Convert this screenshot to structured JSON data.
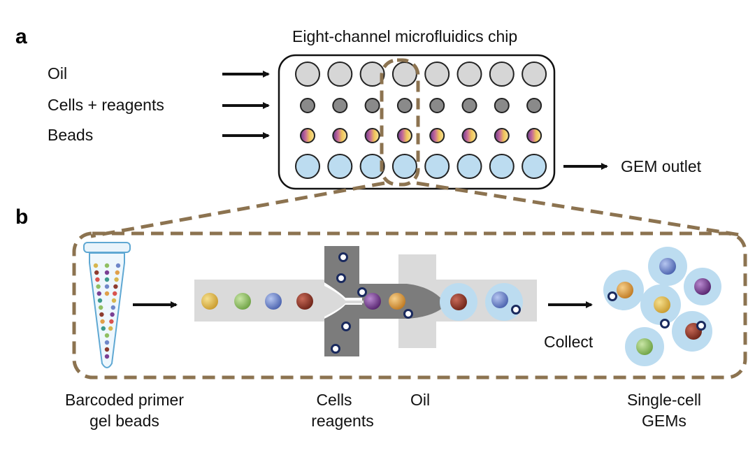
{
  "panel_a": {
    "letter": "a",
    "title": "Eight-channel microfluidics chip",
    "inputs": [
      "Oil",
      "Cells + reagents",
      "Beads"
    ],
    "outlet": "GEM outlet",
    "channel_count": 8
  },
  "panel_b": {
    "letter": "b",
    "tube_label_line1": "Barcoded primer",
    "tube_label_line2": "gel beads",
    "cells_label_line1": "Cells",
    "cells_label_line2": "reagents",
    "oil_label": "Oil",
    "collect_label": "Collect",
    "gems_label_line1": "Single-cell",
    "gems_label_line2": "GEMs"
  },
  "colors": {
    "oil_well": "#d6d6d6",
    "cell_well": "#8a8a8a",
    "outlet_well": "#bcdcf0",
    "dashed_box": "#8c7350",
    "channel_light": "#dadada",
    "channel_dark": "#7c7c7c",
    "gem_fill": "#bcdcf0",
    "bead_yellow": "#d7b64e",
    "bead_green": "#8fbf62",
    "bead_blue": "#6f87c9",
    "bead_brown": "#8e3b2e",
    "bead_purple": "#7a3f93",
    "bead_orange": "#e0a04a"
  }
}
